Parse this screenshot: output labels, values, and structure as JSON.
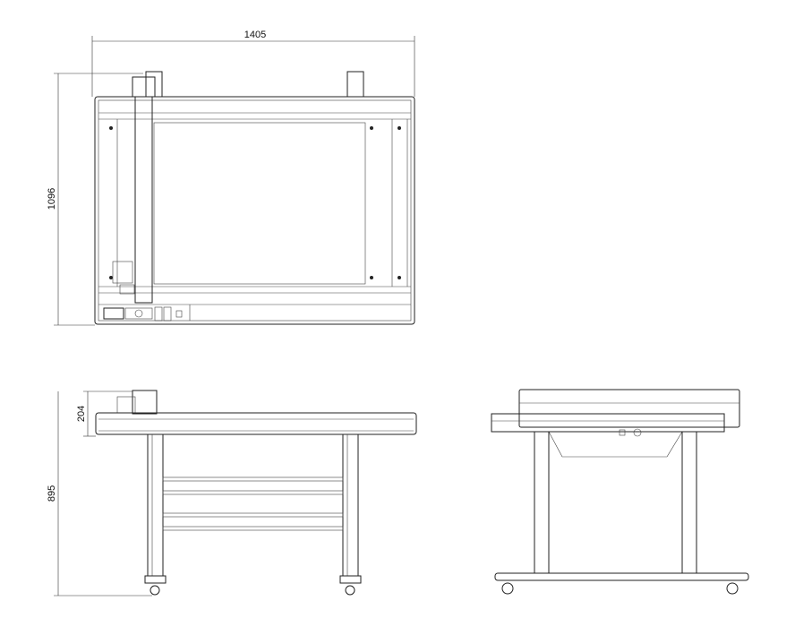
{
  "dimensions": {
    "top_width": "1405",
    "top_depth": "1096",
    "head_height": "204",
    "total_height": "895"
  },
  "colors": {
    "line": "#222222",
    "background": "#ffffff"
  }
}
